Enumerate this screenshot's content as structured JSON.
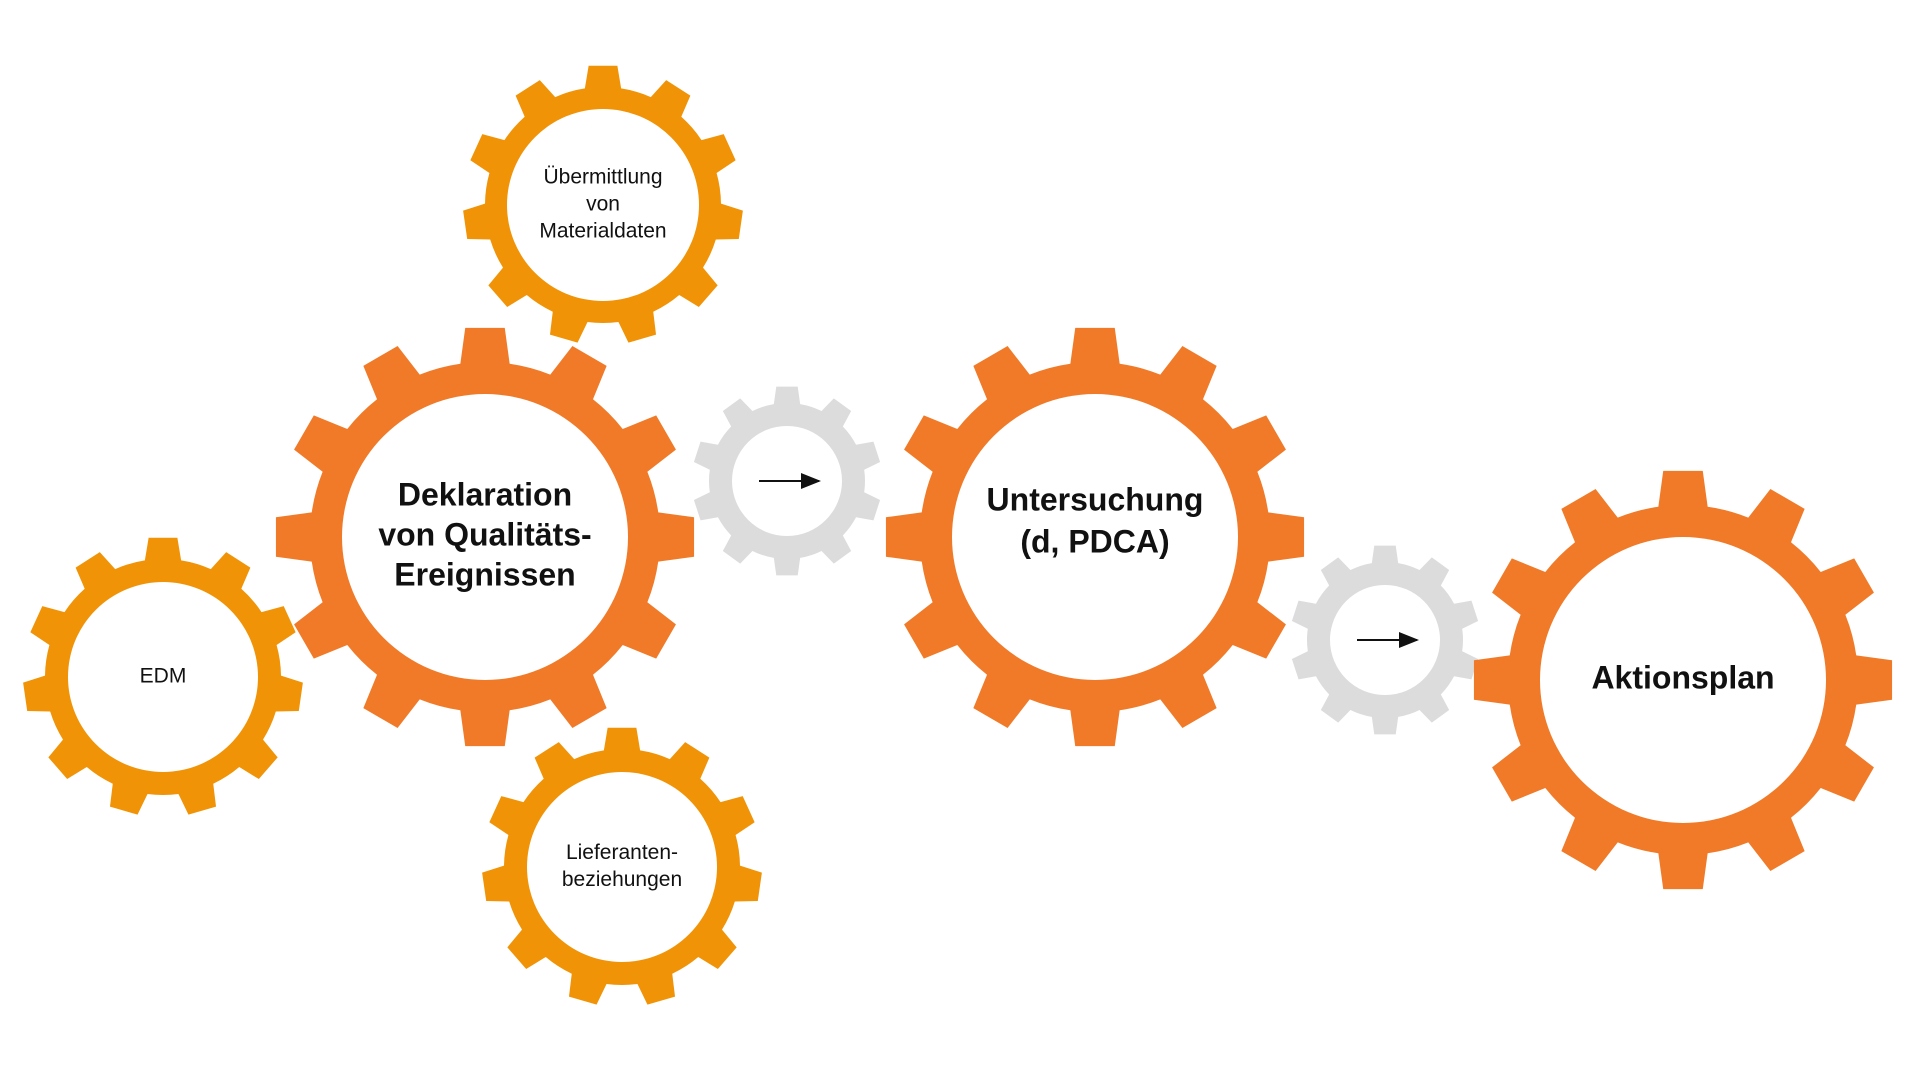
{
  "colors": {
    "main_gear": "#F07A28",
    "side_gear": "#F19306",
    "connector_gear": "#DCDCDC",
    "hub": "#FFFFFF",
    "text": "#111111",
    "arrow": "#111111"
  },
  "gears": [
    {
      "id": "uebermittlung",
      "kind": "side",
      "lines": [
        "Übermittlung",
        "von",
        "Materialdaten"
      ]
    },
    {
      "id": "edm",
      "kind": "side",
      "lines": [
        "EDM"
      ]
    },
    {
      "id": "deklaration",
      "kind": "main",
      "lines": [
        "Deklaration",
        "von Qualitäts-",
        "Ereignissen"
      ]
    },
    {
      "id": "lieferanten",
      "kind": "side",
      "lines": [
        "Lieferanten-",
        "beziehungen"
      ]
    },
    {
      "id": "connector-1",
      "kind": "connector",
      "arrow": true,
      "lines": []
    },
    {
      "id": "untersuchung",
      "kind": "main",
      "lines": [
        "Untersuchung",
        "(d, PDCA)"
      ]
    },
    {
      "id": "connector-2",
      "kind": "connector",
      "arrow": true,
      "lines": []
    },
    {
      "id": "aktionsplan",
      "kind": "main",
      "lines": [
        "Aktionsplan"
      ]
    }
  ]
}
